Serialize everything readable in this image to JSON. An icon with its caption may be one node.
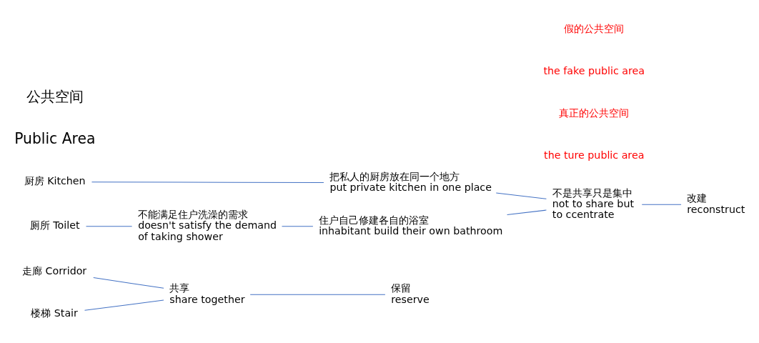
{
  "diagram": {
    "nodes": [
      {
        "text": [
          "走廊 Corridor"
        ]
      },
      {
        "text": [
          "楼梯 Stair"
        ]
      },
      {
        "text": [
          "共享",
          "share together"
        ]
      },
      {
        "text": [
          "保留",
          "reserve"
        ]
      },
      {
        "text": [
          "厨房 Kitchen"
        ]
      },
      {
        "text": [
          "把私人的厨房放在同一个地方",
          "put private kitchen in one place"
        ]
      },
      {
        "text": [
          "厕所 Toilet"
        ]
      },
      {
        "text": [
          "不能满足住户洗澡的需求",
          "doesn't satisfy the demand of taking shower"
        ]
      },
      {
        "text": [
          "住户自己修建各自的浴室",
          "inhabitant build their own bathroom"
        ]
      },
      {
        "text": [
          "不是共享只是集中",
          "not to share but to ccentrate"
        ]
      },
      {
        "text": [
          "改建",
          "reconstruct"
        ]
      }
    ],
    "edges": [
      {
        "from": 0,
        "to": 2,
        "arrow": "none"
      },
      {
        "from": 1,
        "to": 2,
        "arrow": "none"
      },
      {
        "from": 2,
        "to": 3,
        "arrow": "none"
      },
      {
        "from": 4,
        "to": 5,
        "arrow": "none"
      },
      {
        "from": 6,
        "to": 7,
        "arrow": "none"
      },
      {
        "from": 7,
        "to": 8,
        "arrow": "none"
      },
      {
        "from": 5,
        "to": 9,
        "arrow": "none"
      },
      {
        "from": 8,
        "to": 9,
        "arrow": "none"
      },
      {
        "from": 9,
        "to": 10,
        "arrow": "none"
      }
    ],
    "labels": [
      "公共空间",
      "Public Area",
      "真正的公共空间",
      "the ture public area",
      "假的公共空间",
      "the fake public area"
    ]
  }
}
